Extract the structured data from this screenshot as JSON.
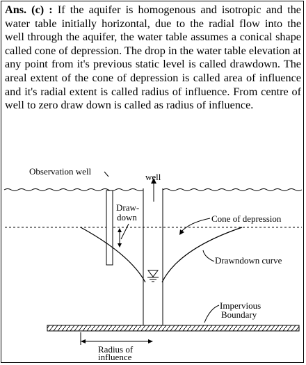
{
  "answer": {
    "label": "Ans. (c) :",
    "text": "If the aquifer is homogenous and isotropic and the water table initially horizontal, due to the radial flow into the well through the aquifer, the water table assumes a conical shape called cone of depression. The drop in the water table elevation at any point from it's previous static level is called drawdown. The areal extent of the cone of depression is called area of influence and it's radial extent is called radius of influence. From centre of well to zero draw down is called as radius of influence."
  },
  "diagram": {
    "labels": {
      "observation_well": "Observation well",
      "well": "well",
      "drawdown_line1": "Draw-",
      "drawdown_line2": "down",
      "cone_of_depression": "Cone of depression",
      "drawdown_curve": "Drawndown curve",
      "impervious_line1": "Impervious",
      "impervious_line2": "Boundary",
      "radius_line1": "Radius of",
      "radius_line2": "influence"
    }
  }
}
